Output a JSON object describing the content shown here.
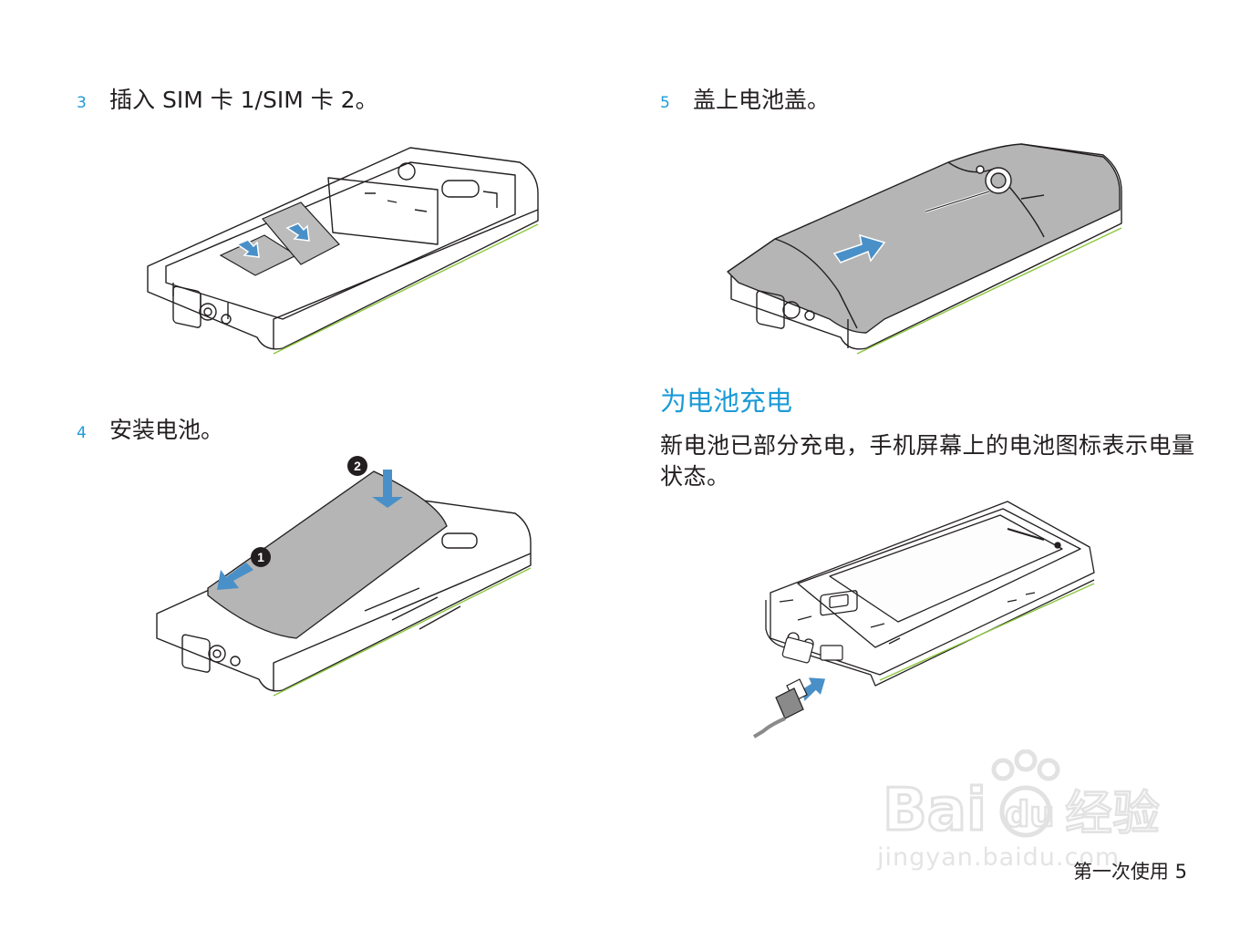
{
  "steps": [
    {
      "number": "3",
      "text": "插入 SIM 卡 1/SIM 卡 2。"
    },
    {
      "number": "4",
      "text": "安装电池。"
    },
    {
      "number": "5",
      "text": "盖上电池盖。"
    }
  ],
  "charging": {
    "heading": "为电池充电",
    "body": "新电池已部分充电，手机屏幕上的电池图标表示电量状态。"
  },
  "battery_callouts": {
    "one": "1",
    "two": "2"
  },
  "footer": {
    "section": "第一次使用",
    "page": "5"
  },
  "watermark": {
    "text": "jingyan.baidu.com"
  },
  "colors": {
    "accent": "#1d9bd7",
    "arrow": "#4a90c8",
    "battery_grey": "#b5b5b5",
    "trim_green": "#8dc63f"
  }
}
